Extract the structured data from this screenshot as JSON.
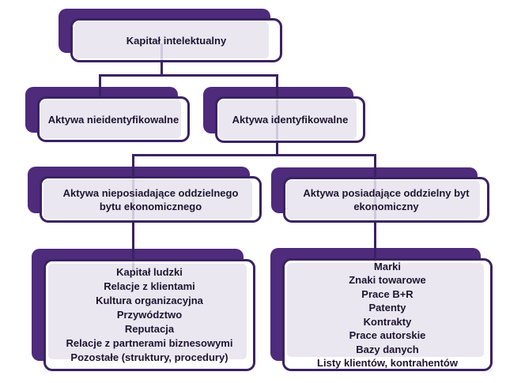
{
  "diagram": {
    "root": {
      "label": "Kapitał intelektualny"
    },
    "branches": [
      {
        "label": "Aktywa nieidentyfikowalne"
      },
      {
        "label": "Aktywa identyfikowalne"
      }
    ],
    "subbranches": [
      {
        "label": "Aktywa nieposiadające oddzielnego bytu ekonomicznego"
      },
      {
        "label": "Aktywa posiadające oddzielny byt ekonomiczny"
      }
    ],
    "leaves": [
      {
        "items": [
          "Kapitał ludzki",
          "Relacje z klientami",
          "Kultura organizacyjna",
          "Przywództwo",
          "Reputacja",
          "Relacje z partnerami biznesowymi",
          "Pozostałe (struktury, procedury)"
        ]
      },
      {
        "items": [
          "Marki",
          "Znaki towarowe",
          "Prace B+R",
          "Patenty",
          "Kontrakty",
          "Prace autorskie",
          "Bazy danych",
          "Listy klientów, kontrahentów"
        ]
      }
    ],
    "colors": {
      "shadow_purple": "#4E2B7B",
      "border_purple": "#3A2263",
      "fill_lavender": "#EAE7F1",
      "text_dark": "#1E1430",
      "canvas": "#FFFFFF"
    }
  }
}
